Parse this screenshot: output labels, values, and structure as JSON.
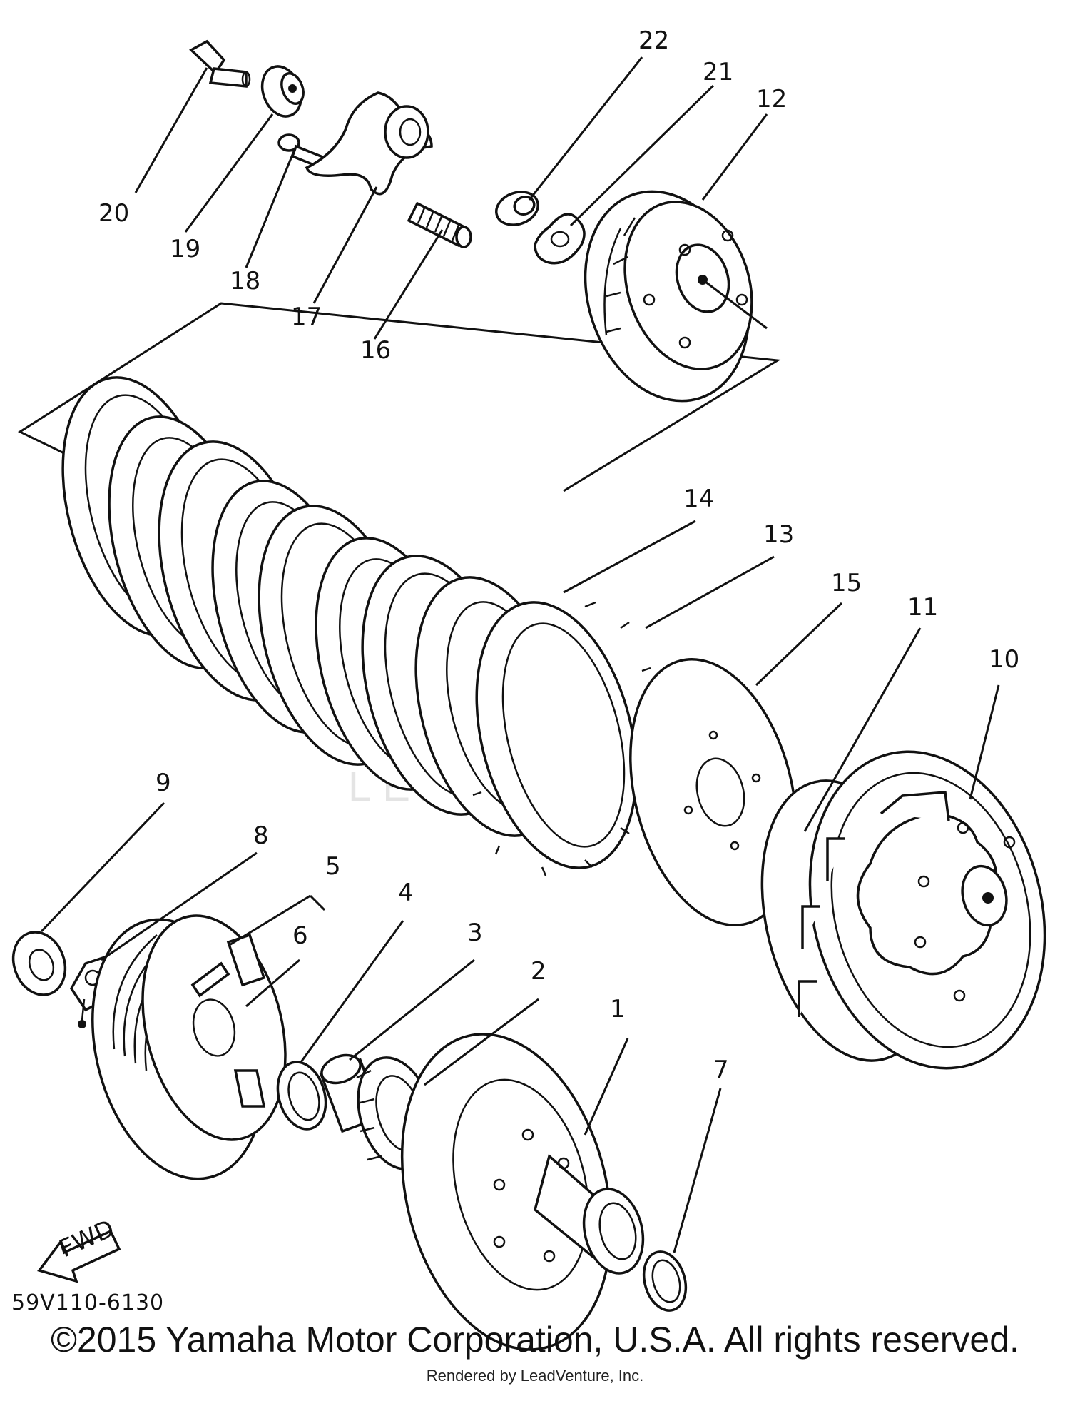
{
  "callouts": [
    "1",
    "2",
    "3",
    "4",
    "5",
    "6",
    "7",
    "8",
    "9",
    "10",
    "11",
    "12",
    "13",
    "14",
    "15",
    "16",
    "17",
    "18",
    "19",
    "20",
    "21",
    "22"
  ],
  "fwd_label": "FWD",
  "drawing_code": "59V110-6130",
  "watermark_text": "LEADVENTURE",
  "copyright": "©2015 Yamaha Motor Corporation, U.S.A. All rights reserved.",
  "rendered_by": "Rendered by LeadVenture, Inc."
}
